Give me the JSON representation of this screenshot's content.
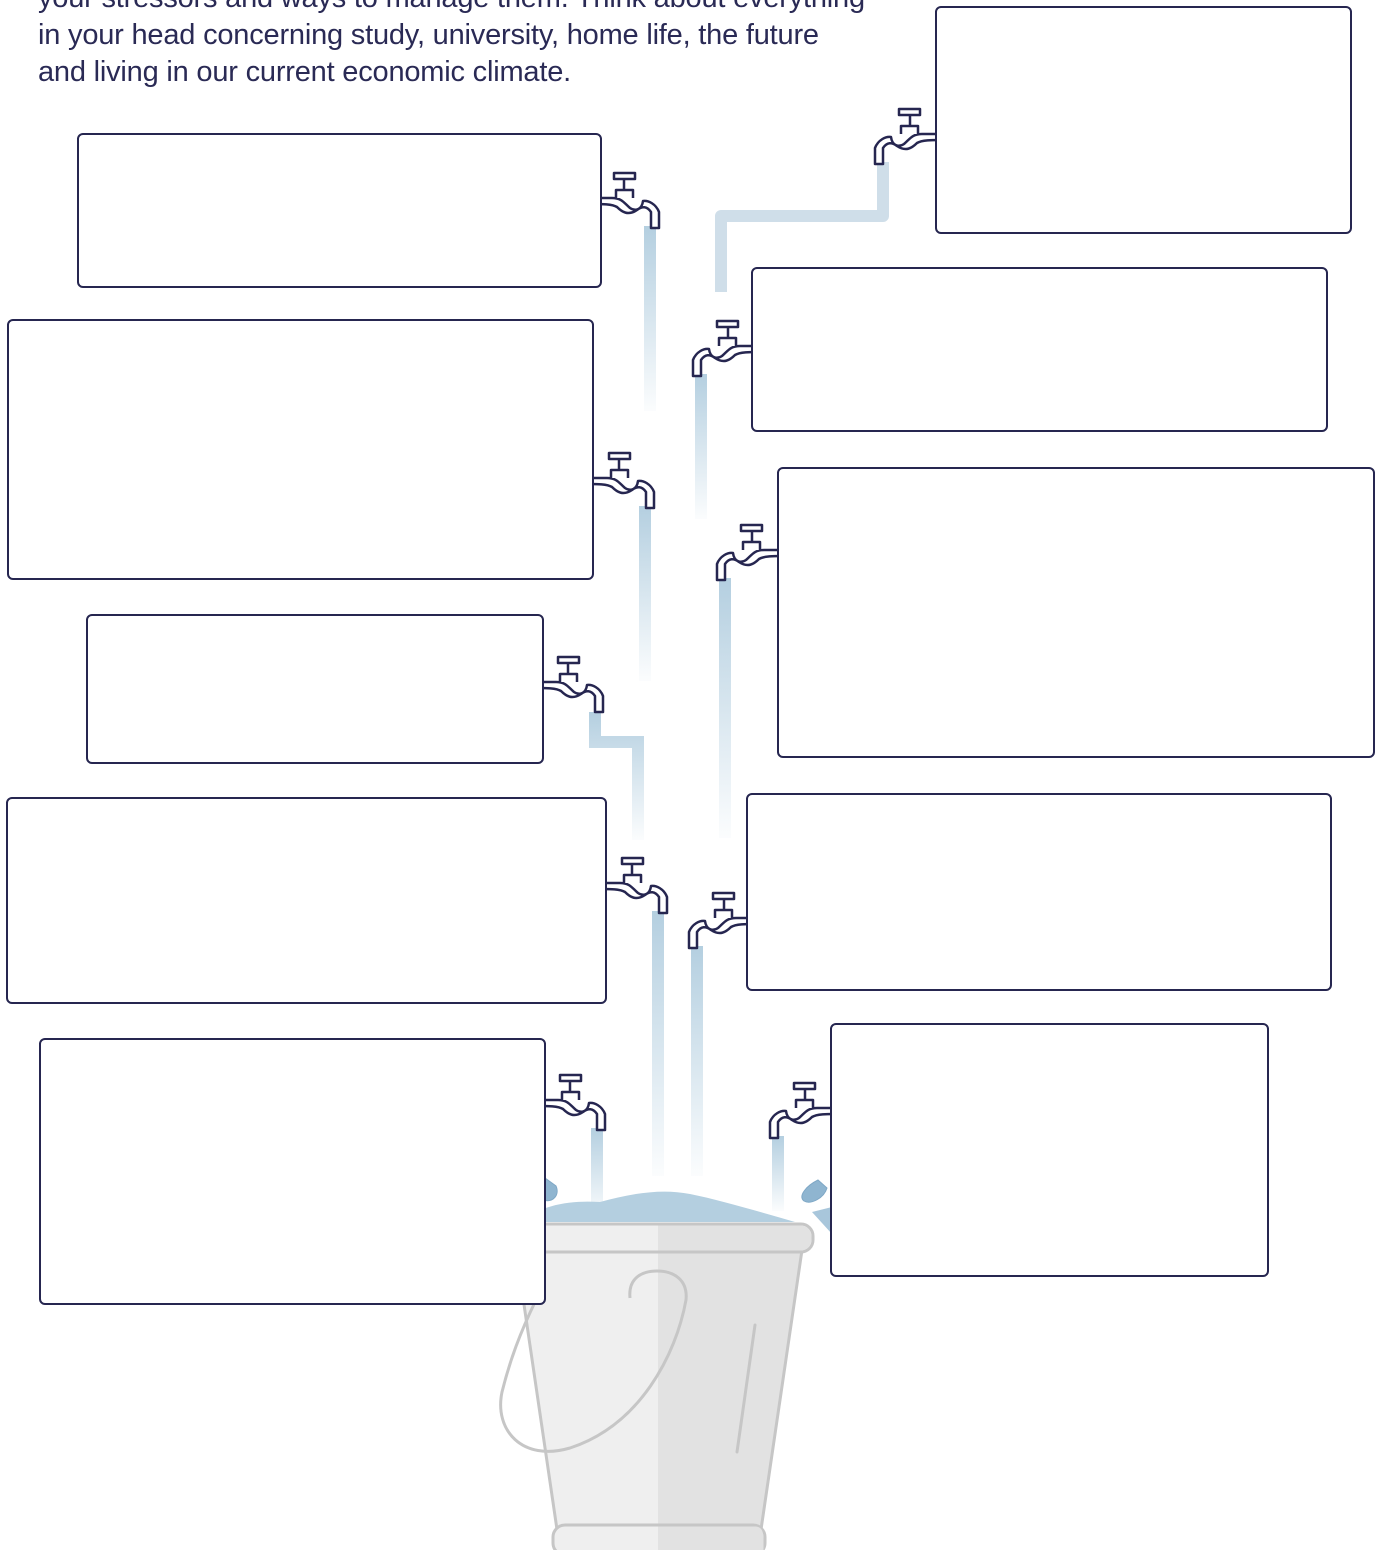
{
  "intro": {
    "lines": [
      "your stressors and ways to manage them. Think about everything",
      "in your head concerning study, university, home life, the future",
      "and living in our current economic climate."
    ]
  },
  "colors": {
    "outline": "#262650",
    "water": "#b4cfe0",
    "water_dark": "#8fb5d0",
    "bucket_light": "#efefef",
    "bucket_shade": "#e2e2e2",
    "bucket_outline": "#c6c6c6"
  },
  "boxes": [
    {
      "id": "box-left-1",
      "side": "left",
      "value": ""
    },
    {
      "id": "box-left-2",
      "side": "left",
      "value": ""
    },
    {
      "id": "box-left-3",
      "side": "left",
      "value": ""
    },
    {
      "id": "box-left-4",
      "side": "left",
      "value": ""
    },
    {
      "id": "box-left-5",
      "side": "left",
      "value": ""
    },
    {
      "id": "box-right-1",
      "side": "right",
      "value": ""
    },
    {
      "id": "box-right-2",
      "side": "right",
      "value": ""
    },
    {
      "id": "box-right-3",
      "side": "right",
      "value": ""
    },
    {
      "id": "box-right-4",
      "side": "right",
      "value": ""
    },
    {
      "id": "box-right-5",
      "side": "right",
      "value": ""
    }
  ],
  "icons": {
    "tap": "tap-icon",
    "bucket": "bucket-icon",
    "droplet": "water-droplet-icon"
  }
}
